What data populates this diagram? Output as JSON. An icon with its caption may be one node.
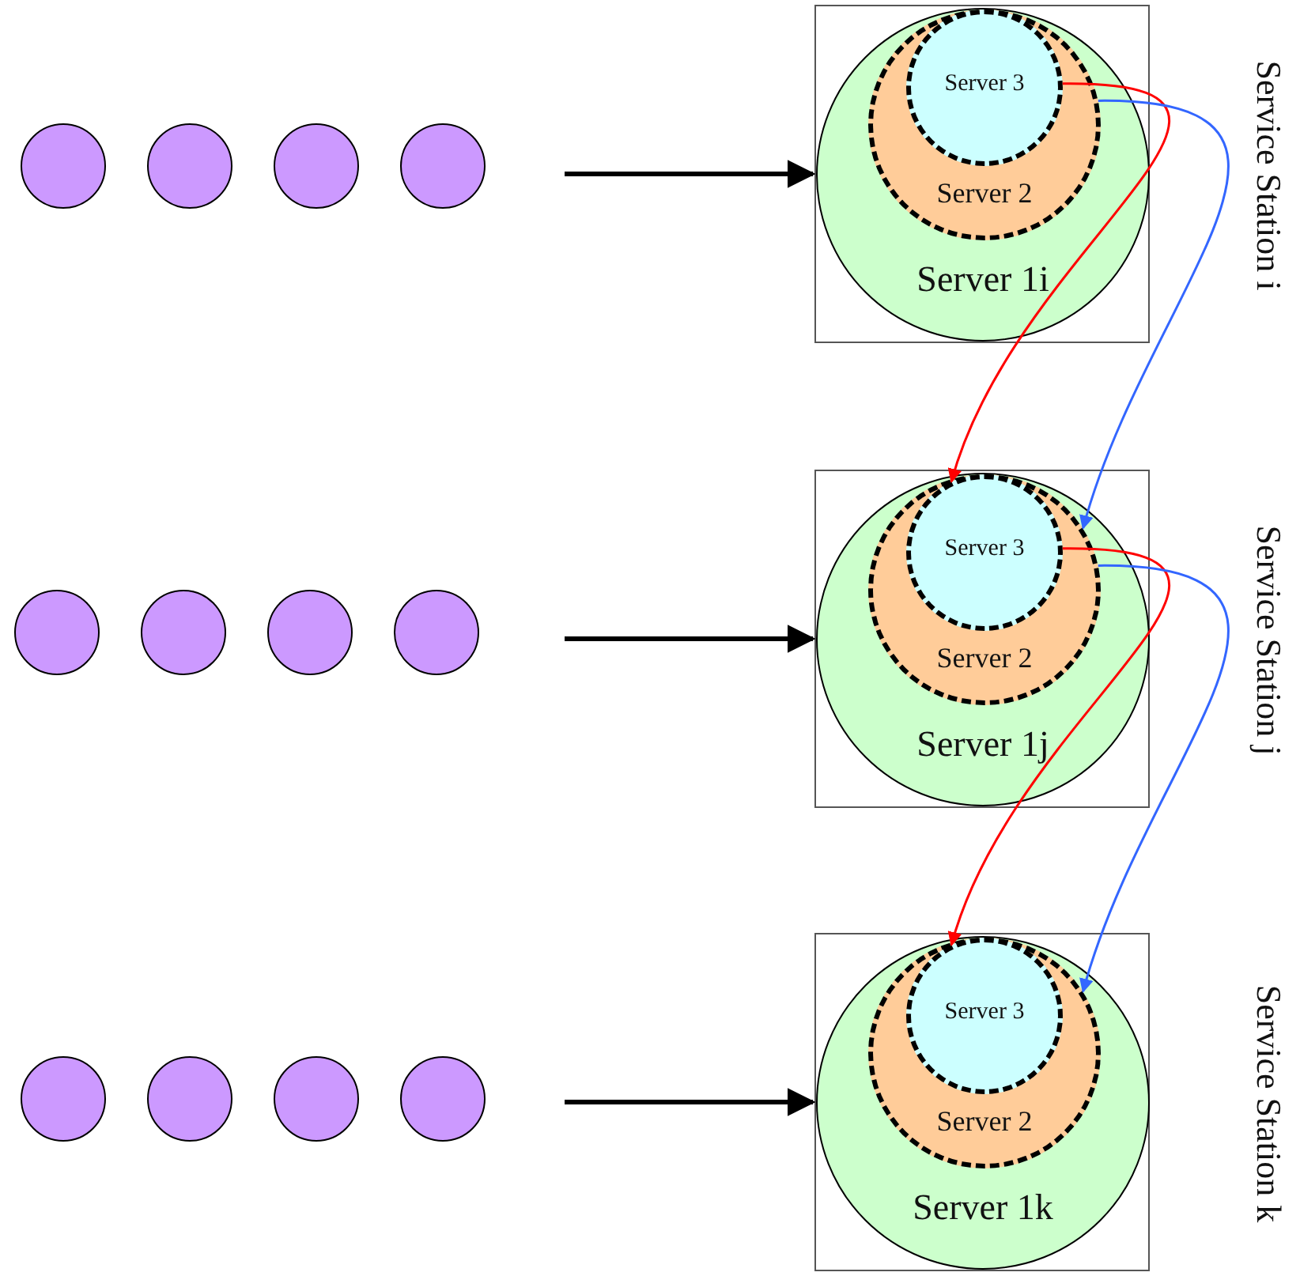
{
  "diagram": {
    "nodes": [
      {
        "text": [],
        "shape": "circle"
      },
      {
        "text": [],
        "shape": "circle"
      },
      {
        "text": [],
        "shape": "circle"
      },
      {
        "text": [],
        "shape": "circle"
      },
      {
        "text": [
          "Service Station i"
        ]
      },
      {
        "text": [
          "Server 1i"
        ],
        "in": 4
      },
      {
        "text": [
          "Server 2"
        ],
        "in": 5
      },
      {
        "text": [
          "Server 3"
        ],
        "in": 6
      },
      {
        "text": [],
        "shape": "circle"
      },
      {
        "text": [],
        "shape": "circle"
      },
      {
        "text": [],
        "shape": "circle"
      },
      {
        "text": [],
        "shape": "circle"
      },
      {
        "text": [
          "Service Station j"
        ]
      },
      {
        "text": [
          "Server 1j"
        ],
        "in": 12
      },
      {
        "text": [
          "Server 2"
        ],
        "in": 13
      },
      {
        "text": [
          "Server 3"
        ],
        "in": 14
      },
      {
        "text": [],
        "shape": "circle"
      },
      {
        "text": [],
        "shape": "circle"
      },
      {
        "text": [],
        "shape": "circle"
      },
      {
        "text": [],
        "shape": "circle"
      },
      {
        "text": [
          "Service Station k"
        ]
      },
      {
        "text": [
          "Server 1k"
        ],
        "in": 20
      },
      {
        "text": [
          "Server 2"
        ],
        "in": 21
      },
      {
        "text": [
          "Server 3"
        ],
        "in": 22
      }
    ],
    "edges": [
      {
        "from": null,
        "to": 4,
        "arrow": "to",
        "style": "thick"
      },
      {
        "from": null,
        "to": 12,
        "arrow": "to",
        "style": "thick"
      },
      {
        "from": null,
        "to": 20,
        "arrow": "to",
        "style": "thick"
      },
      {
        "from": 7,
        "to": 15,
        "arrow": "to",
        "color": "#ff0000"
      },
      {
        "from": 6,
        "to": 14,
        "arrow": "to",
        "color": "#3366ff"
      },
      {
        "from": 15,
        "to": 23,
        "arrow": "to",
        "color": "#ff0000"
      },
      {
        "from": 14,
        "to": 22,
        "arrow": "to",
        "color": "#3366ff"
      }
    ]
  }
}
